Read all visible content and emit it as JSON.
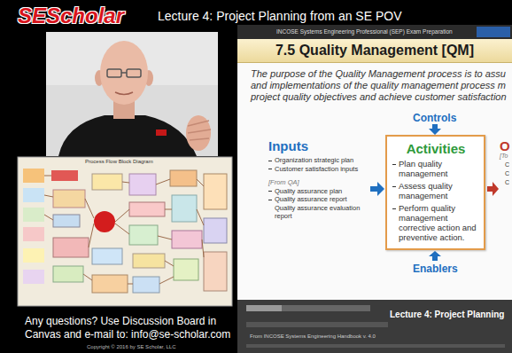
{
  "diagram": {
    "title": "Lecture 4: Project Planning from an SE POV",
    "nodes": [
      {
        "text": [
          "7.5 Quality Management [QM]"
        ]
      },
      {
        "text": [
          "Activities",
          "Plan quality management",
          "Assess quality management",
          "Perform quality management corrective action and preventive action."
        ]
      }
    ],
    "labels": [
      "SEScholar",
      "Process Flow Block Diagram",
      "Any questions? Use Discussion Board in Canvas and e-mail to: info@se-scholar.com",
      "Copyright © 2016 by SE Scholar, LLC",
      "INCOSE Systems Engineering Professional (SEP) Exam Preparation",
      "The purpose of the Quality Management process is to assu",
      "and implementations of the quality management process m",
      "project quality objectives and achieve customer satisfaction",
      "Controls",
      "Inputs",
      "Organization strategic plan",
      "Customer satisfaction inputs",
      "[From QA]",
      "Quality assurance plan",
      "Quality assurance report",
      "Quality assurance evaluation report",
      "Enablers",
      "O",
      "[To",
      "C",
      "C",
      "C",
      "Lecture 4: Project Planning",
      "From INCOSE Systems Engineering Handbook v. 4.0"
    ]
  }
}
